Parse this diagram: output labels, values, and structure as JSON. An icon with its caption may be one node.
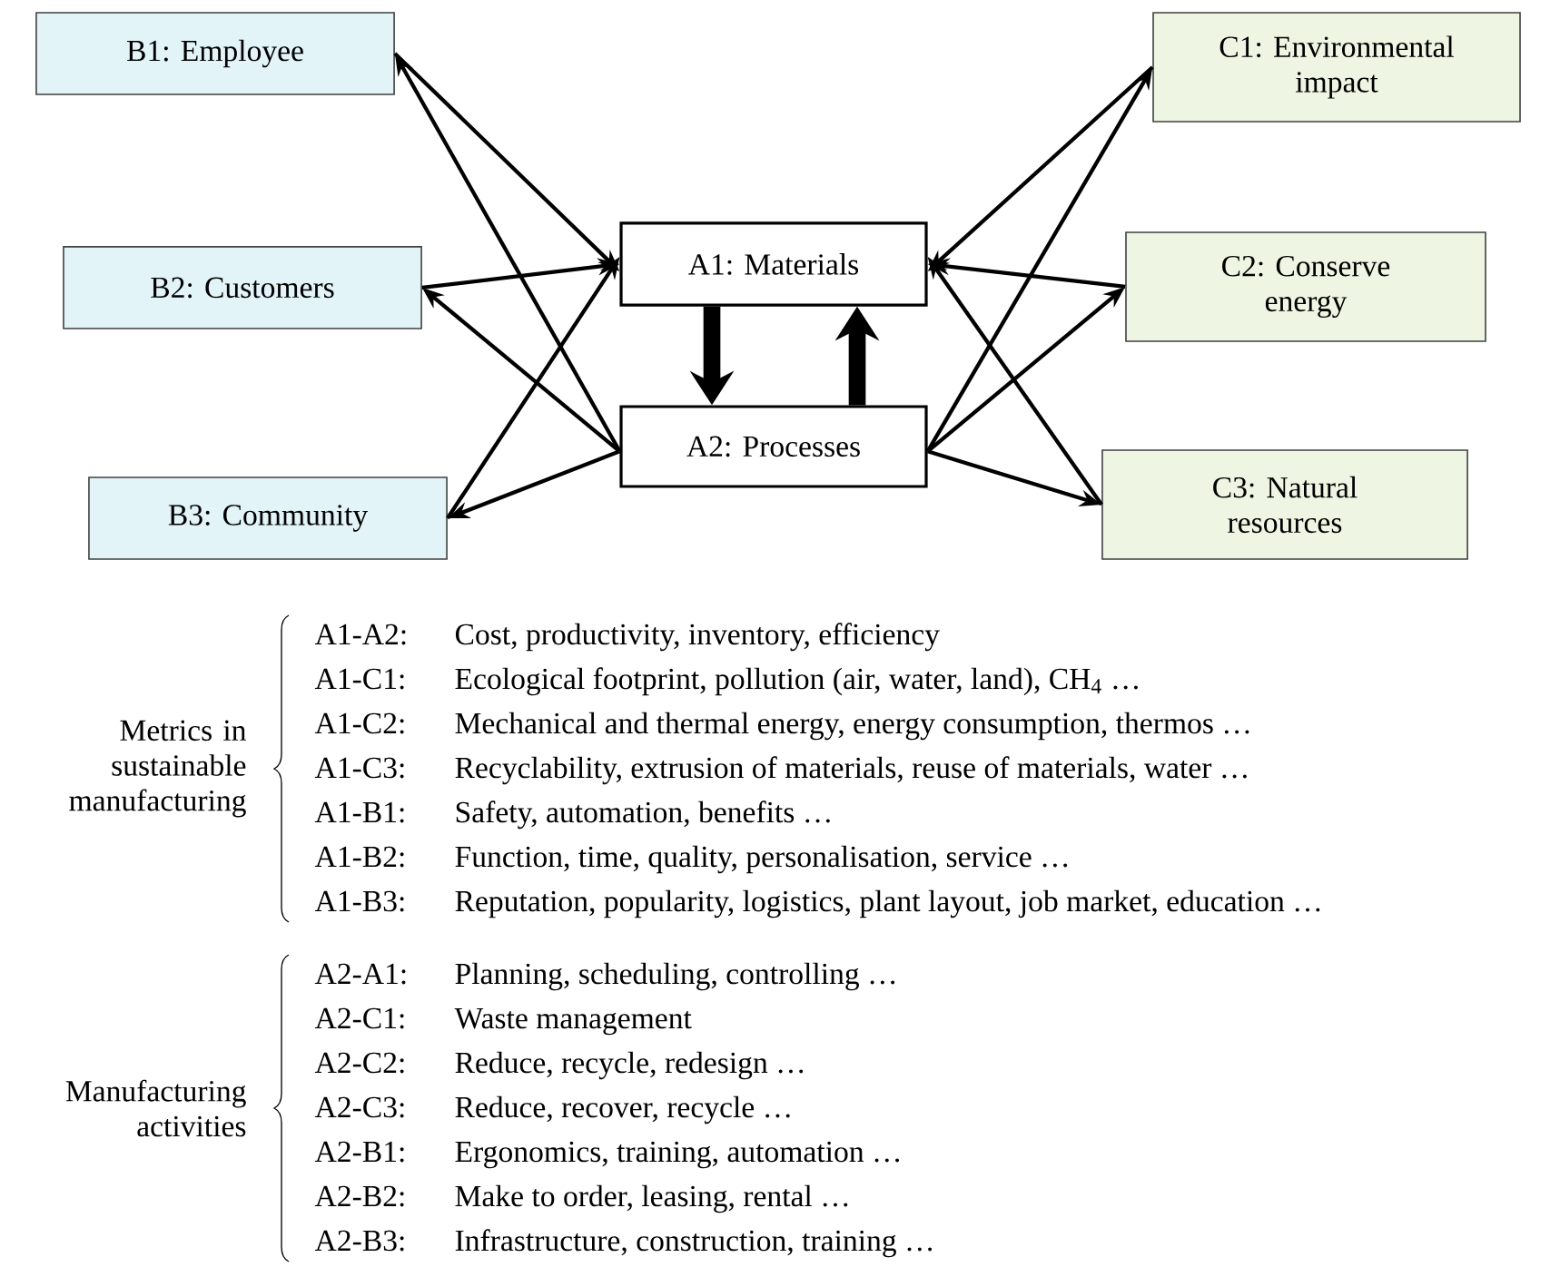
{
  "diagram": {
    "nodes": [
      {
        "text": [
          "B1: Employee"
        ]
      },
      {
        "text": [
          "B2: Customers"
        ]
      },
      {
        "text": [
          "B3: Community"
        ]
      },
      {
        "text": [
          "A1: Materials"
        ]
      },
      {
        "text": [
          "A2: Processes"
        ]
      },
      {
        "text": [
          "C1: Environmental impact"
        ]
      },
      {
        "text": [
          "C2: Conserve energy"
        ]
      },
      {
        "text": [
          "C3: Natural resources"
        ]
      }
    ],
    "edges": [
      {
        "from": 0,
        "to": 3,
        "arrow": "to"
      },
      {
        "from": 4,
        "to": 0,
        "arrow": "to"
      },
      {
        "from": 1,
        "to": 3,
        "arrow": "to"
      },
      {
        "from": 4,
        "to": 1,
        "arrow": "to"
      },
      {
        "from": 2,
        "to": 3,
        "arrow": "to"
      },
      {
        "from": 4,
        "to": 2,
        "arrow": "to"
      },
      {
        "from": 5,
        "to": 3,
        "arrow": "to"
      },
      {
        "from": 4,
        "to": 5,
        "arrow": "to"
      },
      {
        "from": 6,
        "to": 3,
        "arrow": "to"
      },
      {
        "from": 4,
        "to": 6,
        "arrow": "to"
      },
      {
        "from": 7,
        "to": 3,
        "arrow": "to"
      },
      {
        "from": 4,
        "to": 7,
        "arrow": "to"
      },
      {
        "from": 3,
        "to": 4,
        "arrow": "to",
        "style": "thick"
      },
      {
        "from": 4,
        "to": 3,
        "arrow": "to",
        "style": "thick"
      }
    ],
    "labels": [
      "Metrics in sustainable manufacturing",
      "A1-A2:",
      "Cost, productivity, inventory, efficiency",
      "A1-C1:",
      "Ecological footprint, pollution (air, water, land), CH$_{4}$ …",
      "A1-C2:",
      "Mechanical and thermal energy, energy consumption, thermos …",
      "A1-C3:",
      "Recyclability, extrusion of materials, reuse of materials, water …",
      "A1-B1:",
      "Safety, automation, benefits …",
      "A1-B2:",
      "Function, time, quality, personalisation, service …",
      "A1-B3:",
      "Reputation, popularity, logistics, plant layout, job market, education …",
      "Manufacturing activities",
      "A2-A1:",
      "Planning, scheduling, controlling …",
      "A2-C1:",
      "Waste management",
      "A2-C2:",
      "Reduce, recycle, redesign …",
      "A2-C3:",
      "Reduce, recover, recycle …",
      "A2-B1:",
      "Ergonomics, training, automation …",
      "A2-B2:",
      "Make to order, leasing, rental …",
      "A2-B3:",
      "Infrastructure, construction, training …"
    ]
  }
}
